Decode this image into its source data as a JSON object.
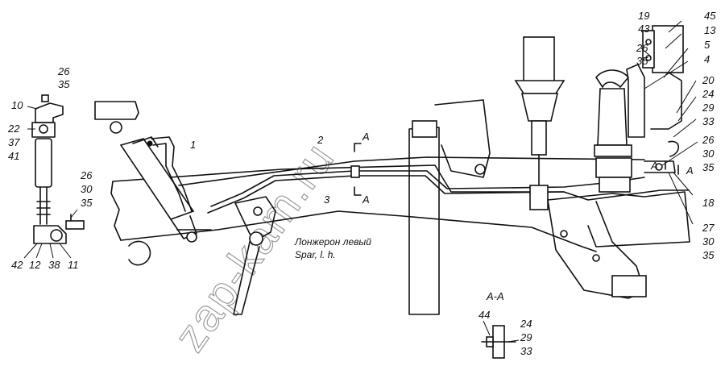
{
  "watermark": "zap-kam.ru",
  "corner_code": "",
  "spar_caption": {
    "ru": "Лонжерон левый",
    "en": "Spar, l. h."
  },
  "section_title": "A-A",
  "section_marks": [
    "A",
    "A",
    "A",
    "A"
  ],
  "callouts": {
    "c1": "1",
    "c2": "2",
    "c3": "3",
    "c4": "4",
    "c5": "5",
    "c10": "10",
    "c11": "11",
    "c12": "12",
    "c13": "13",
    "c18": "18",
    "c19": "19",
    "c20": "20",
    "c22": "22",
    "c24": "24",
    "c24b": "24",
    "c26a": "26",
    "c26b": "26",
    "c26c": "26",
    "c26d": "26",
    "c27": "27",
    "c29": "29",
    "c29b": "29",
    "c30a": "30",
    "c30b": "30",
    "c30c": "30",
    "c33": "33",
    "c33b": "33",
    "c35a": "35",
    "c35b": "35",
    "c35c": "35",
    "c35d": "35",
    "c35e": "35",
    "c37": "37",
    "c38": "38",
    "c41": "41",
    "c42": "42",
    "c43": "43",
    "c44": "44",
    "c45": "45"
  }
}
